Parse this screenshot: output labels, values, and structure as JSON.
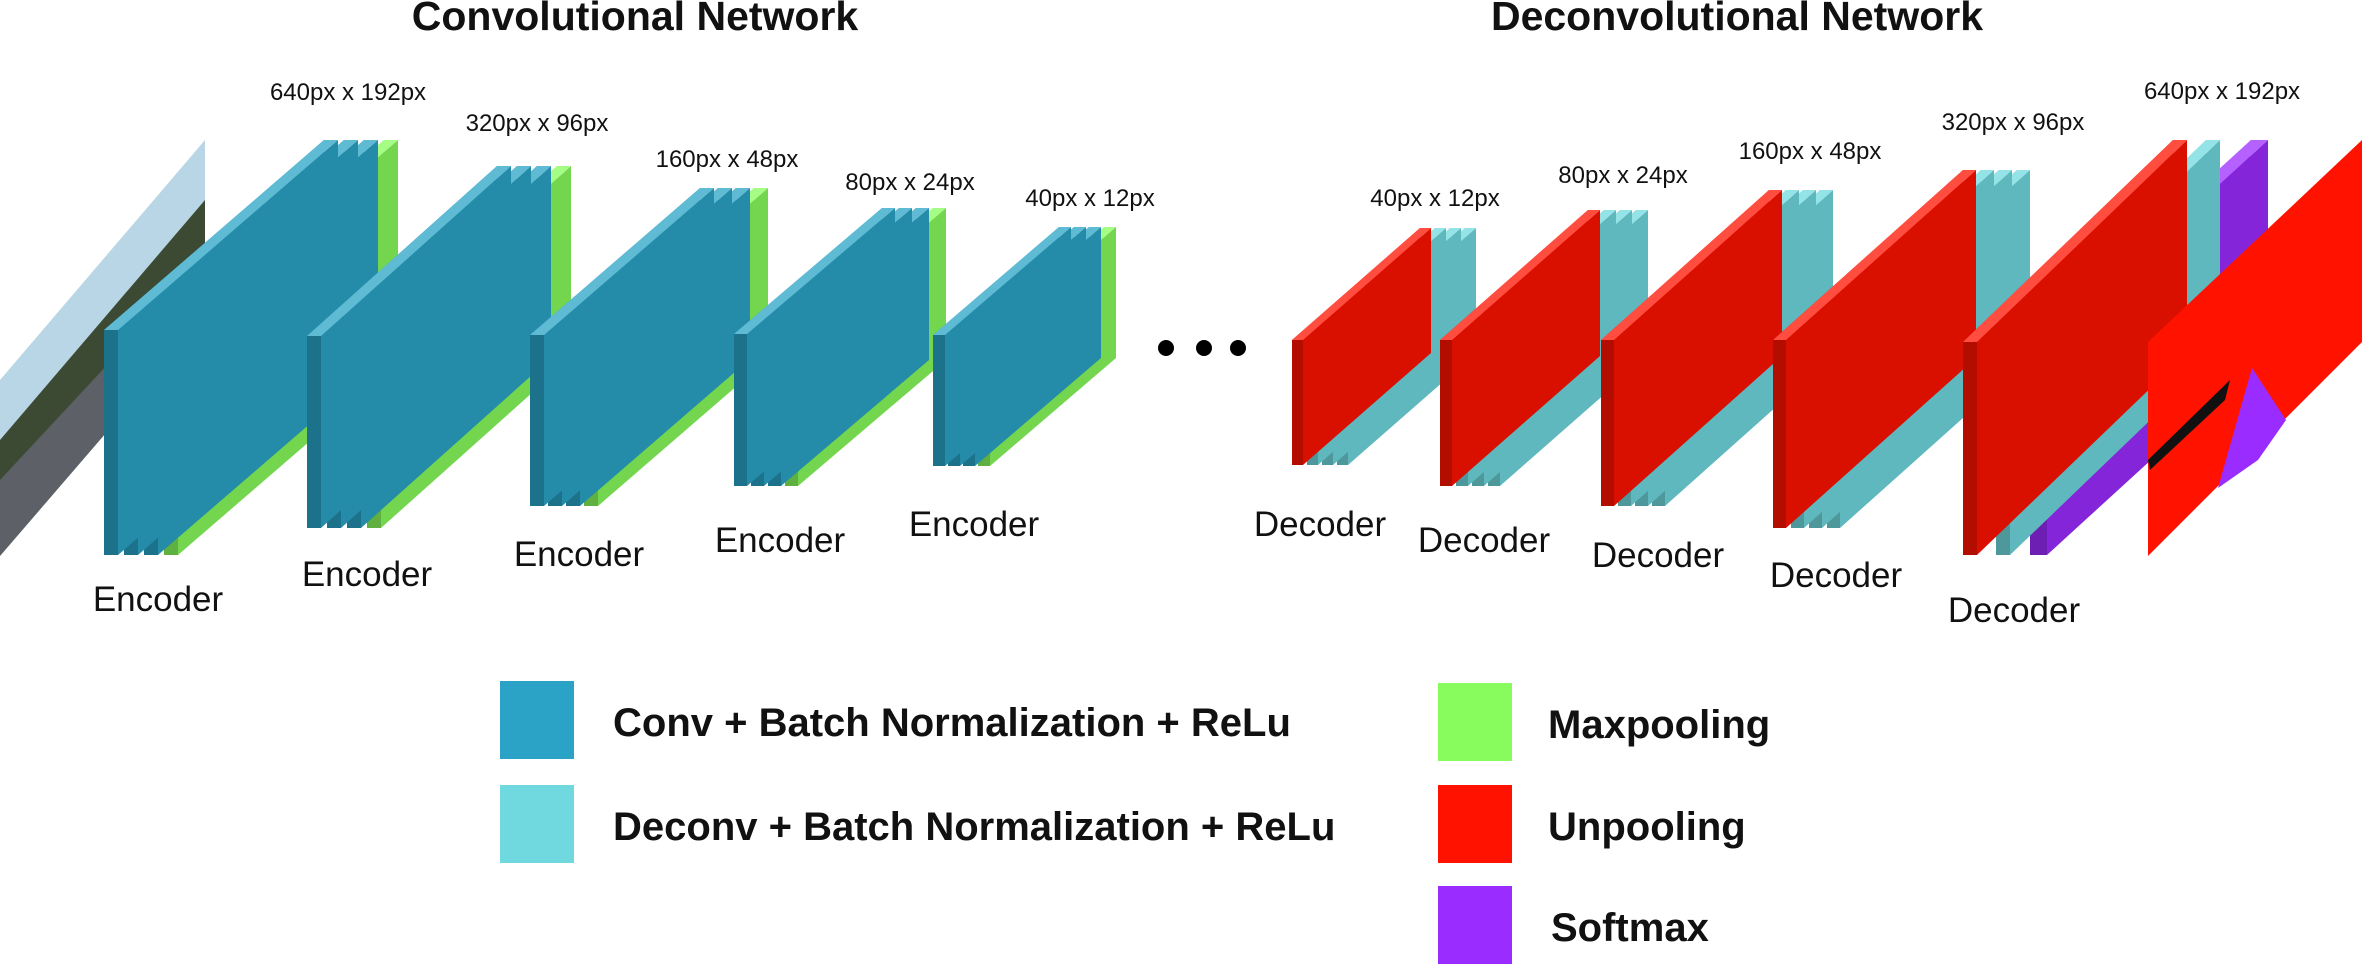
{
  "titles": {
    "conv": "Convolutional Network",
    "deconv": "Deconvolutional Network"
  },
  "colors": {
    "conv": "#2aa3c6",
    "deconv": "#6fd9df",
    "maxpool": "#87fc5c",
    "unpool": "#ff1200",
    "softmax": "#9b2cff",
    "input_sky": "#b9d6e6",
    "input_tree": "#3d4a33",
    "input_road": "#5d6066"
  },
  "encoders": [
    {
      "label": "Encoder",
      "size": "640px x 192px"
    },
    {
      "label": "Encoder",
      "size": "320px x 96px"
    },
    {
      "label": "Encoder",
      "size": "160px x 48px"
    },
    {
      "label": "Encoder",
      "size": "80px x 24px"
    },
    {
      "label": "Encoder",
      "size": "40px x 12px"
    }
  ],
  "decoders": [
    {
      "label": "Decoder",
      "size": "40px x 12px"
    },
    {
      "label": "Decoder",
      "size": "80px x 24px"
    },
    {
      "label": "Decoder",
      "size": "160px x 48px"
    },
    {
      "label": "Decoder",
      "size": "320px x 96px"
    },
    {
      "label": "Decoder",
      "size": "640px x 192px"
    }
  ],
  "legend": {
    "conv": "Conv + Batch Normalization + ReLu",
    "deconv": "Deconv + Batch Normalization + ReLu",
    "maxpool": "Maxpooling",
    "unpool": "Unpooling",
    "softmax": "Softmax"
  }
}
